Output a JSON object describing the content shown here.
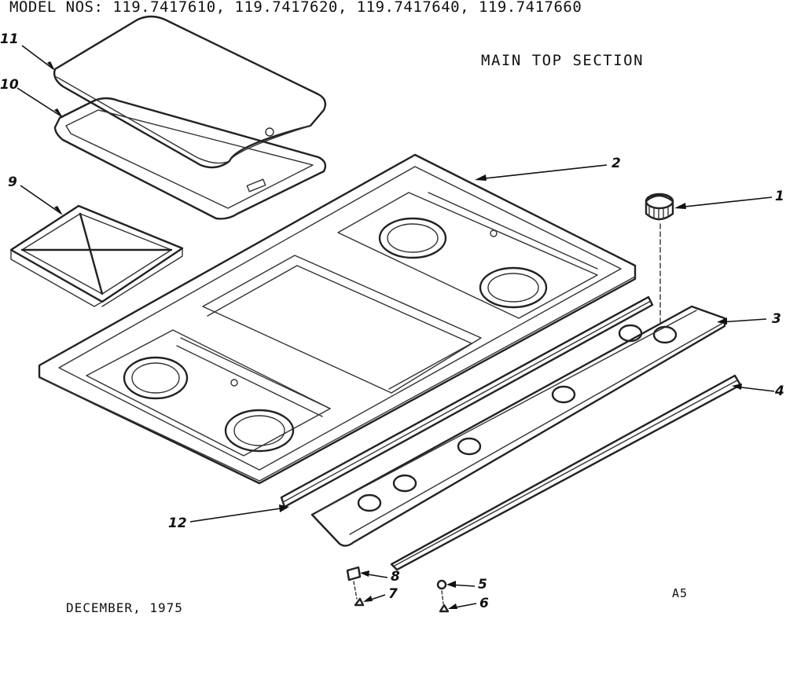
{
  "header": {
    "model_nos": "MODEL NOS: 119.7417610, 119.7417620, 119.7417640, 119.7417660"
  },
  "title": "MAIN TOP SECTION",
  "footer": {
    "date": "DECEMBER, 1975",
    "code": "A5"
  },
  "callouts": [
    "1",
    "2",
    "3",
    "4",
    "5",
    "6",
    "7",
    "8",
    "9",
    "10",
    "11",
    "12"
  ]
}
